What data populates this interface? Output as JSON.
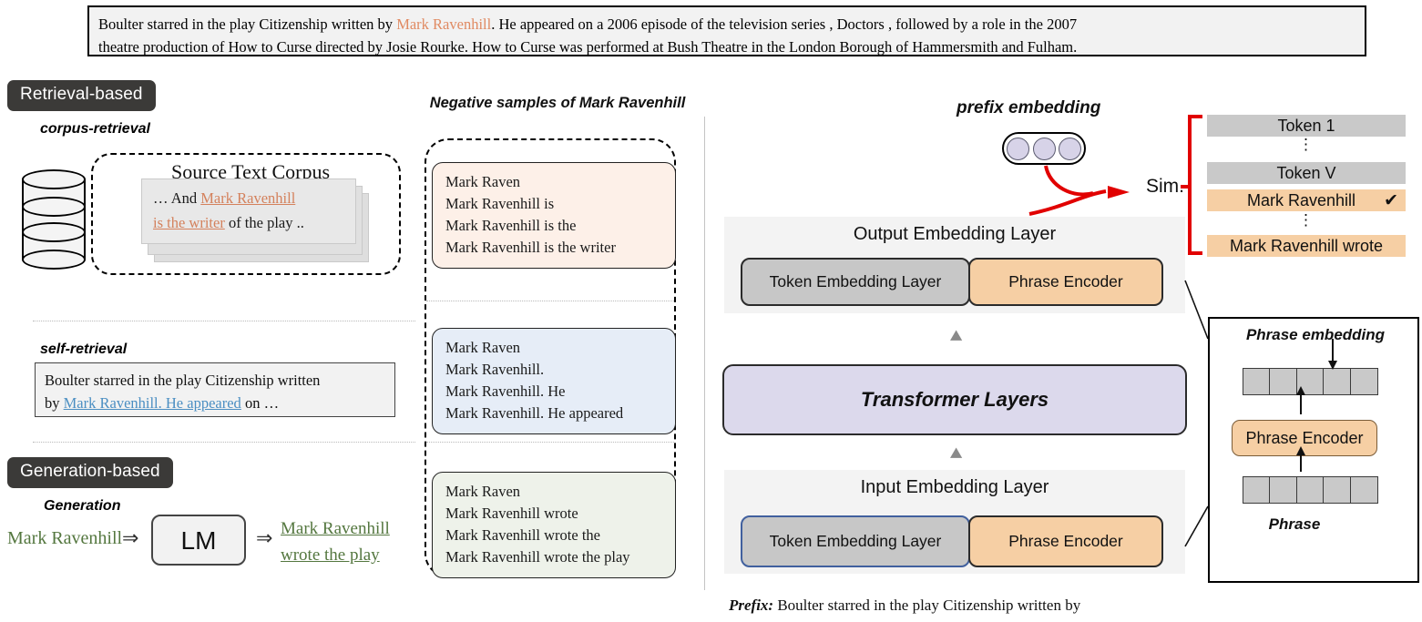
{
  "banner": {
    "line1_a": "Boulter starred in the play Citizenship written by ",
    "line1_hl": "Mark Ravenhill",
    "line1_b": ". He appeared on a 2006 episode of the television series , Doctors , followed by a role in the 2007",
    "line2": "theatre production of How to Curse directed by Josie Rourke. How to Curse was performed at Bush Theatre in the London Borough of Hammersmith and Fulham."
  },
  "left": {
    "retrieval_pill": "Retrieval-based",
    "generation_pill": "Generation-based",
    "corpus_label": "corpus-retrieval",
    "self_label": "self-retrieval",
    "generation_label": "Generation",
    "corpus_title": "Source Text Corpus",
    "doc_line1_a": "… And ",
    "doc_line1_hl": "Mark Ravenhill",
    "doc_line2_hl": "is the writer",
    "doc_line2_b": " of  the play ..",
    "self_line1": "Boulter starred in the play Citizenship written",
    "self_line2_a": "by ",
    "self_line2_hl": "Mark Ravenhill. He appeared",
    "self_line2_b": " on …",
    "gen_input": "Mark Ravenhill",
    "gen_model": "LM",
    "gen_output_l1": "Mark Ravenhill",
    "gen_output_l2": "wrote the play",
    "arrow_glyph": "⇒"
  },
  "negatives": {
    "title": "Negative samples of Mark Ravenhill",
    "group_corpus": [
      "Mark Raven",
      "Mark Ravenhill is",
      "Mark Ravenhill is the",
      "Mark Ravenhill is the writer"
    ],
    "group_self": [
      "Mark Raven",
      "Mark Ravenhill.",
      "Mark Ravenhill. He",
      "Mark Ravenhill. He appeared"
    ],
    "group_generation": [
      "Mark Raven",
      "Mark Ravenhill wrote",
      "Mark Ravenhill wrote the",
      "Mark Ravenhill wrote the play"
    ]
  },
  "model": {
    "prefix_embedding_label": "prefix embedding",
    "sim_label": "Sim.",
    "output_layer_title": "Output Embedding Layer",
    "input_layer_title": "Input Embedding Layer",
    "transformer_title": "Transformer Layers",
    "token_embedding_label": "Token Embedding Layer",
    "phrase_encoder_label": "Phrase Encoder",
    "prefix_caption_bold": "Prefix:",
    "prefix_caption_text": " Boulter starred in the play Citizenship written by"
  },
  "vocab": {
    "rows": [
      {
        "label": "Token 1",
        "kind": "token",
        "check": false
      },
      {
        "label": "Token V",
        "kind": "token",
        "check": false
      },
      {
        "label": "Mark Ravenhill",
        "kind": "phrase",
        "check": true
      },
      {
        "label": "Mark Ravenhill wrote",
        "kind": "phrase",
        "check": false
      }
    ],
    "ellipsis": "⋮",
    "check_glyph": "✔"
  },
  "phrase_detail": {
    "title": "Phrase embedding",
    "encoder_label": "Phrase Encoder",
    "bottom_label": "Phrase",
    "cells": 5
  },
  "colors": {
    "pill_bg": "#3b3a38",
    "orange_text": "#d4815c",
    "blue_text": "#4a8ec2",
    "green_text": "#54773f",
    "phrase_fill": "#f6cfa4",
    "token_fill": "#c9c9c9",
    "transformer_fill": "#dcd9ec",
    "arrow_red": "#e10000",
    "neg_corpus_fill": "#fdf0e8",
    "neg_self_fill": "#e6edf7",
    "neg_gen_fill": "#eef2ea"
  }
}
